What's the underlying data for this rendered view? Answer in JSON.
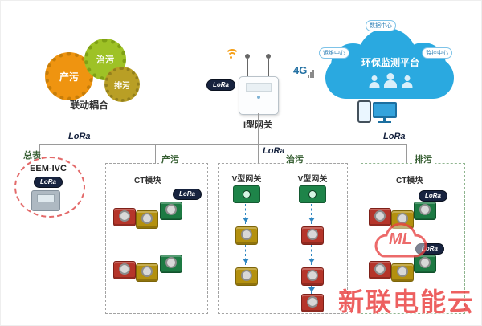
{
  "lora_label": "LoRa",
  "gears": {
    "produce": "产污",
    "treat": "治污",
    "discharge": "排污",
    "caption": "联动耦合"
  },
  "gateway": {
    "label": "I型网关",
    "signal": "4G"
  },
  "cloud": {
    "title": "环保监测平台",
    "badge_top": "数据中心",
    "badge_left": "运维中心",
    "badge_right": "监控中心"
  },
  "meter": {
    "tag": "总表",
    "model": "EEM-IVC"
  },
  "zones": [
    {
      "title": "产污",
      "module_label": "CT模块"
    },
    {
      "title": "治污",
      "gateway_label": "V型网关"
    },
    {
      "title": "排污",
      "module_label": "CT模块"
    }
  ],
  "watermark": {
    "logo": "ML",
    "brand": "新联电能云"
  },
  "colors": {
    "cloud_blue": "#2aa9e0",
    "lora_badge": "#17233f",
    "module_red": "#b5352a",
    "module_yellow": "#b3900f",
    "module_green": "#1d7a43",
    "brand_red": "#ea4545"
  }
}
